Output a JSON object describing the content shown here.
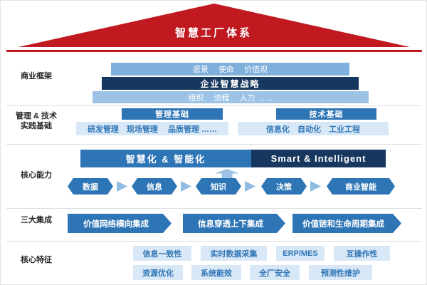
{
  "diagram": {
    "title": "智慧工厂体系",
    "side_labels": {
      "business": "商业框架",
      "foundation_line1": "管理 & 技术",
      "foundation_line2": "实践基础",
      "capability": "核心能力",
      "integration": "三大集成",
      "features": "核心特征"
    },
    "business": {
      "bars": [
        "愿景　 使命　 价值观",
        "企业智慧战略",
        "组织　 流程　 人力 ……"
      ]
    },
    "foundation": {
      "columns": [
        {
          "header": "管理基础",
          "content": "研发管理　现场管理 　品质管理 ……"
        },
        {
          "header": "技术基础",
          "content": "信息化　自动化　工业工程"
        }
      ]
    },
    "capability": {
      "banner_left": "智慧化  &  智能化",
      "banner_right": "Smart  &  Intelligent",
      "flow": [
        "数据",
        "信息",
        "知识",
        "决策",
        "商业智能"
      ]
    },
    "integration": {
      "items": [
        "价值网络横向集成",
        "信息穿透上下集成",
        "价值链和生命周期集成"
      ]
    },
    "features": {
      "row1": [
        "信息一致性",
        "实时数据采集",
        "ERP/MES",
        "互操作性"
      ],
      "row2": [
        "资源优化",
        "系统能效",
        "全厂安全",
        "预测性维护"
      ]
    },
    "colors": {
      "roof_red": "#C01920",
      "dark_navy": "#17375E",
      "medium_blue": "#2E75B6",
      "light_blue": "#9CC3E5",
      "pale_blue": "#D9E8F6"
    }
  }
}
